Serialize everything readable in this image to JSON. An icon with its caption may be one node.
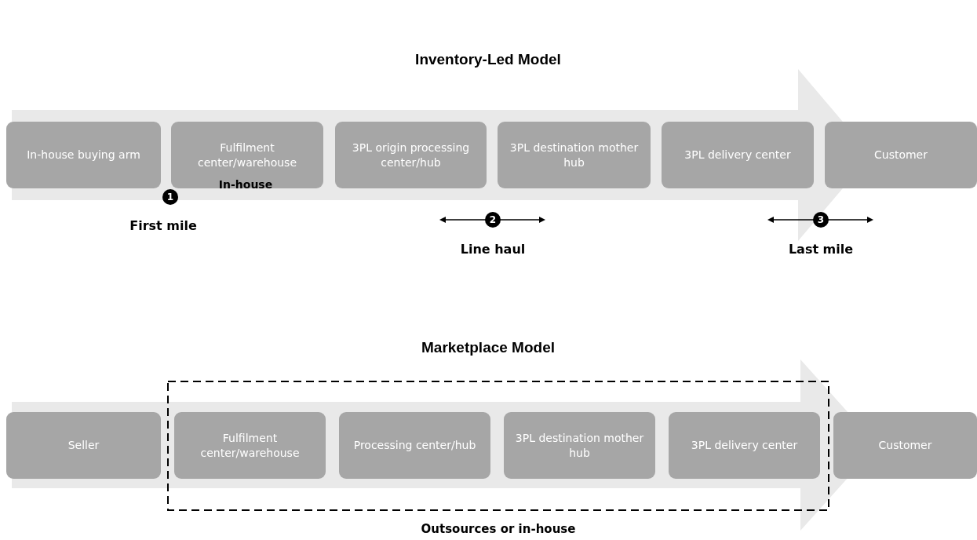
{
  "diagram": {
    "nodes": [
      {
        "text": [
          "In-house buying arm"
        ]
      },
      {
        "text": [
          "Fulfilment center/warehouse"
        ]
      },
      {
        "text": [
          "3PL origin processing center/hub"
        ]
      },
      {
        "text": [
          "3PL destination mother hub"
        ]
      },
      {
        "text": [
          "3PL delivery center"
        ]
      },
      {
        "text": [
          "Customer"
        ]
      },
      {
        "text": [
          "Seller"
        ]
      },
      {
        "text": [
          "Outsources or in-house"
        ]
      },
      {
        "text": [
          "Fulfilment center/warehouse"
        ],
        "in": 7
      },
      {
        "text": [
          "Processing center/hub"
        ],
        "in": 7
      },
      {
        "text": [
          "3PL destination mother hub"
        ],
        "in": 7
      },
      {
        "text": [
          "3PL delivery center"
        ],
        "in": 7
      },
      {
        "text": [
          "Customer"
        ]
      }
    ],
    "edges": [],
    "labels": [
      "Inventory-Led Model",
      "In-house",
      "1",
      "2",
      "3",
      "First mile",
      "Line haul",
      "Last mile",
      "Marketplace Model"
    ]
  }
}
